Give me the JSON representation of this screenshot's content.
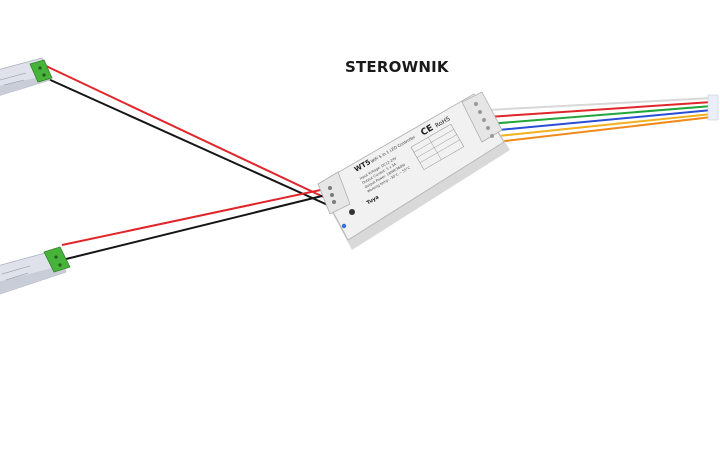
{
  "diagram": {
    "title": "STEROWNIK",
    "controller": {
      "model": "WT5",
      "subtitle": "WiFi 5 in 1 LED Controller",
      "brand": "Tuya",
      "ce_mark": "CE",
      "rohs_mark": "RoHS",
      "specs": [
        "Input Voltage: DC12-24V",
        "Output Current: 5 x 3A",
        "Output Power: 180W/360W",
        "Working temp: -30°C ~ 55°C"
      ]
    },
    "colors": {
      "wire_positive": "#e0262b",
      "wire_negative": "#151515",
      "output_wires": [
        "#e0262b",
        "#22a63c",
        "#2a4fd6",
        "#f2b01e",
        "#f08a1c"
      ],
      "terminal_green": "#48b33b",
      "housing": "#f1f1f1"
    }
  }
}
